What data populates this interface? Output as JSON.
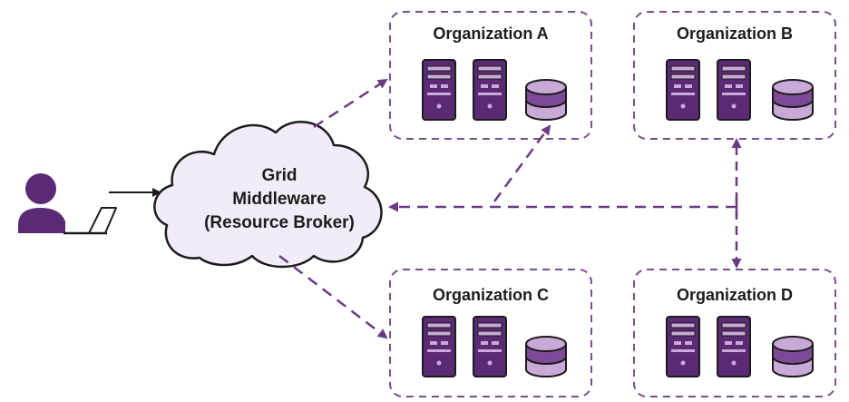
{
  "colors": {
    "purple": "#5b2a75",
    "purple_light": "#7e4a97",
    "purple_pale": "#c9a9d8",
    "cloud_fill": "#f3ecf8",
    "outline": "#1c1c1c",
    "dash": "#6a3a83"
  },
  "user": {
    "icon": "user-with-laptop-icon"
  },
  "cloud": {
    "icon": "cloud-icon",
    "lines": [
      "Grid",
      "Middleware",
      "(Resource Broker)"
    ]
  },
  "organizations": [
    {
      "id": "a",
      "title": "Organization A",
      "icons": [
        "server-icon",
        "server-icon",
        "database-icon"
      ]
    },
    {
      "id": "b",
      "title": "Organization B",
      "icons": [
        "server-icon",
        "server-icon",
        "database-icon"
      ]
    },
    {
      "id": "c",
      "title": "Organization C",
      "icons": [
        "server-icon",
        "server-icon",
        "database-icon"
      ]
    },
    {
      "id": "d",
      "title": "Organization D",
      "icons": [
        "server-icon",
        "server-icon",
        "database-icon"
      ]
    }
  ]
}
